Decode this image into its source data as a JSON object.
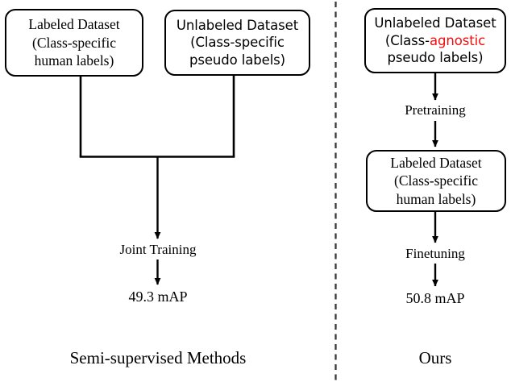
{
  "figure": {
    "divider": {
      "orientation": "vertical",
      "style": "dashed",
      "color": "#3a3a3a"
    },
    "accent_color": "#f40d0d",
    "line_color": "#000000",
    "background": "#ffffff"
  },
  "left_panel": {
    "title": "Semi-supervised Methods",
    "nodes": [
      {
        "id": "labeled-dataset",
        "lines": [
          "Labeled Dataset",
          "(Class-specific",
          "human labels)"
        ],
        "font": "serif"
      },
      {
        "id": "unlabeled-dataset",
        "lines": [
          "Unlabeled Dataset",
          "(Class-specific",
          "pseudo labels)"
        ],
        "font": "sans"
      }
    ],
    "step_label": "Joint Training",
    "metric": "49.3 mAP"
  },
  "right_panel": {
    "title": "Ours",
    "nodes": [
      {
        "id": "unlabeled-dataset-agnostic",
        "line1": "Unlabeled Dataset",
        "line2_prefix": "(Class-",
        "line2_accent": "agnostic",
        "line3": "pseudo labels)",
        "font": "sans"
      },
      {
        "id": "labeled-dataset",
        "lines": [
          "Labeled Dataset",
          "(Class-specific",
          "human labels)"
        ],
        "font": "serif"
      }
    ],
    "step_label_1": "Pretraining",
    "step_label_2": "Finetuning",
    "metric": "50.8 mAP"
  }
}
